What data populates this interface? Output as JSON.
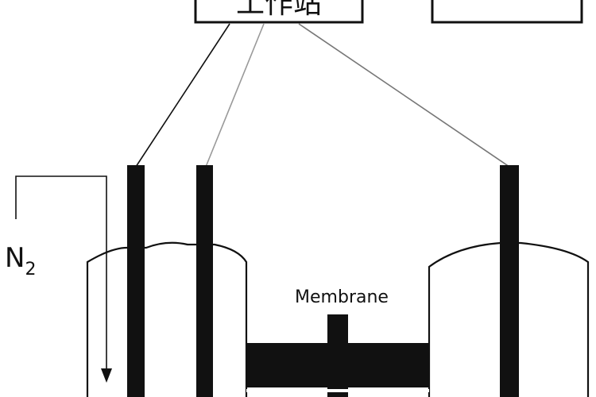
{
  "boxes": {
    "workstation_label": "工作站",
    "right_box_label": ""
  },
  "gas_label": {
    "main": "N",
    "subscript": "2"
  },
  "membrane_label": "Membrane",
  "colors": {
    "stroke": "#111111",
    "light_wire": "#999999",
    "background": "#ffffff"
  }
}
